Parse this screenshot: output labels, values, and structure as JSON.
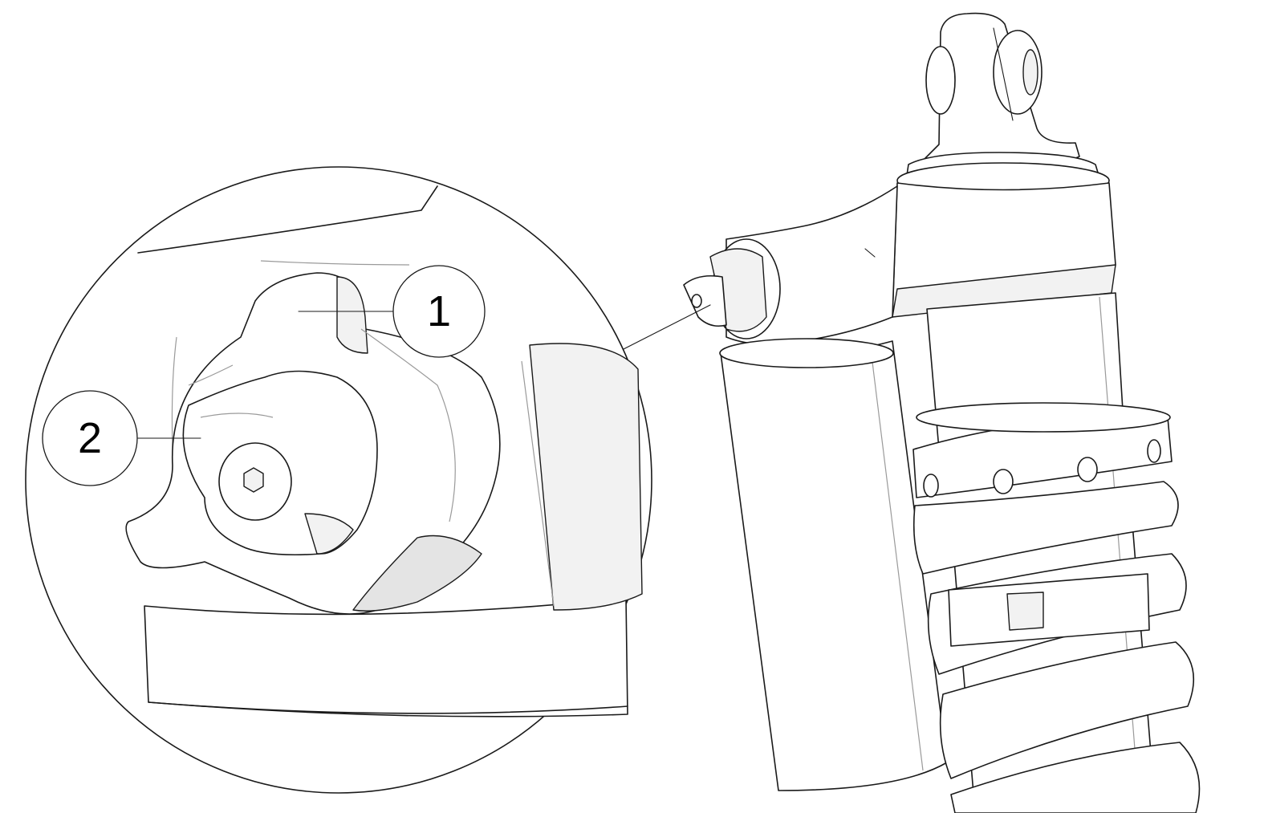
{
  "callouts": [
    {
      "id": "1",
      "label": "1"
    },
    {
      "id": "2",
      "label": "2"
    }
  ],
  "colors": {
    "line": "#1a1a1a",
    "background": "#ffffff",
    "shade_light": "#f2f2f2",
    "shade_mid": "#e4e4e4",
    "shade_dark": "#d6d6d6"
  }
}
